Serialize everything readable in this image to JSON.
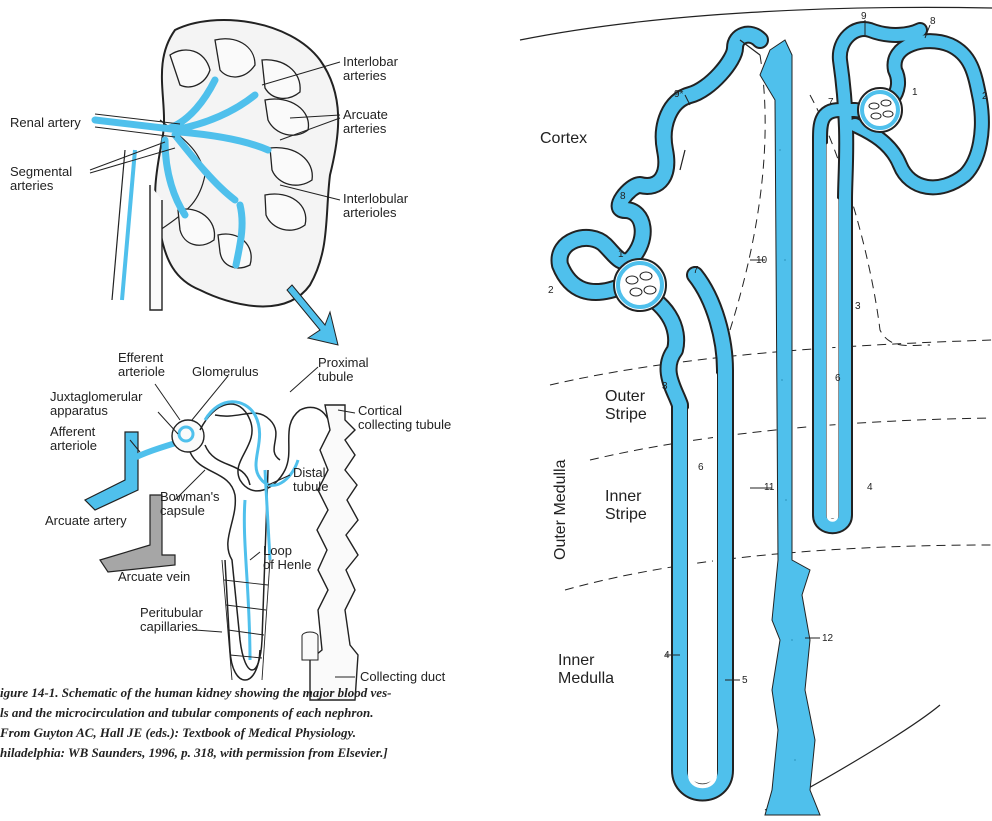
{
  "left": {
    "kidney_labels": {
      "interlobar": [
        "Interlobar",
        "arteries"
      ],
      "arcuate": [
        "Arcuate",
        "arteries"
      ],
      "renal_artery": "Renal artery",
      "segmental": [
        "Segmental",
        "arteries"
      ],
      "interlobular": [
        "Interlobular",
        "arterioles"
      ]
    },
    "nephron_labels": {
      "efferent": [
        "Efferent",
        "arteriole"
      ],
      "glomerulus": "Glomerulus",
      "proximal": [
        "Proximal",
        "tubule"
      ],
      "juxta": [
        "Juxtaglomerular",
        "apparatus"
      ],
      "cortical": [
        "Cortical",
        "collecting tubule"
      ],
      "afferent": [
        "Afferent",
        "arteriole"
      ],
      "distal": [
        "Distal",
        "tubule"
      ],
      "bowman": [
        "Bowman's",
        "capsule"
      ],
      "arcuate_artery": "Arcuate artery",
      "loop": [
        "Loop",
        "of Henle"
      ],
      "arcuate_vein": "Arcuate vein",
      "peritubular": [
        "Peritubular",
        "capillaries"
      ],
      "collecting_duct": "Collecting duct"
    },
    "caption": [
      "igure 14-1.  Schematic of the human kidney showing the major blood ves-",
      "ls and the microcirculation and tubular components of each nephron.",
      "From Guyton AC, Hall JE (eds.): Textbook of Medical Physiology.",
      "hiladelphia: WB Saunders, 1996, p. 318, with permission from Elsevier.]"
    ]
  },
  "right": {
    "zones": {
      "cortex": "Cortex",
      "outer_stripe": [
        "Outer",
        "Stripe"
      ],
      "inner_stripe": [
        "Inner",
        "Stripe"
      ],
      "outer_medulla": "Outer Medulla",
      "inner_medulla": [
        "Inner",
        "Medulla"
      ]
    },
    "numbers": {
      "n9": "9",
      "n8": "8",
      "n9star": "9*",
      "n7a": "7",
      "n1a": "1",
      "n2a": "2",
      "n8b": "8",
      "n1b": "1",
      "n7b": "7",
      "n2b": "2",
      "n10": "10",
      "n3a": "3",
      "n3b": "3",
      "n6a": "6",
      "n6b": "6",
      "n11": "11",
      "n4a": "4",
      "n4b": "4",
      "n12": "12",
      "n5": "5"
    }
  },
  "colors": {
    "tubule_blue": "#4fc0ec",
    "outline": "#222222",
    "kidney_fill": "#f4f4f4",
    "vein_gray": "#9a9a9a"
  }
}
